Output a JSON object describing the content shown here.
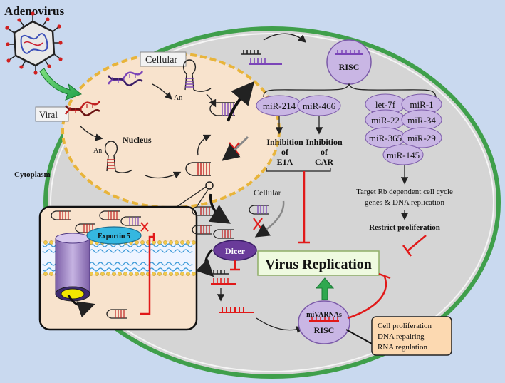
{
  "title": "Adenovirus",
  "labels": {
    "cellular_top": "Cellular",
    "viral": "Viral",
    "an1": "An",
    "an2": "An",
    "nucleus": "Nucleus",
    "cytoplasm": "Cytoplasm",
    "risc_top": "RISC",
    "exportin": "Exportin 5",
    "dicer": "Dicer",
    "cellular_mid": "Cellular",
    "virus_replication": "Virus Replication",
    "mivarnas": "miVARNAs",
    "risc_bottom": "RISC"
  },
  "mirna_left": [
    "miR-214",
    "miR-466"
  ],
  "mirna_right": [
    "let-7f",
    "miR-1",
    "miR-22",
    "miR-34",
    "miR-365",
    "miR-29",
    "miR-145"
  ],
  "inhibition": {
    "e1a": [
      "Inhibition",
      "of",
      "E1A"
    ],
    "car": [
      "Inhibition",
      "of",
      "CAR"
    ]
  },
  "target_text": [
    "Target Rb dependent  cell cycle",
    "genes & DNA replication"
  ],
  "restrict": "Restrict proliferation",
  "functions": [
    "Cell proliferation",
    "DNA repairing",
    "RNA regulation"
  ],
  "colors": {
    "background": "#c9d9ef",
    "cell": "#d5d5d5",
    "cell_border": "#3f9f4b",
    "nucleus": "#f8e3cd",
    "nucleus_border": "#e8b43a",
    "ellipse_fill": "#c9b6e4",
    "virus_replication_fill": "#effae0",
    "function_box_fill": "#fcd9b1",
    "red": "#e11919",
    "green_arrow": "#2fa84f"
  }
}
